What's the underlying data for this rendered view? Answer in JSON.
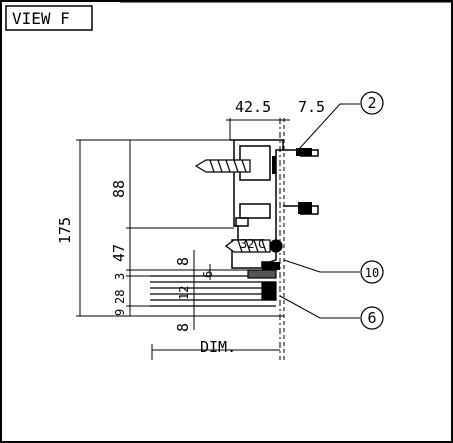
{
  "title": "VIEW F",
  "dims": {
    "top_width": "42.5",
    "top_offset": "7.5",
    "total_height": "175",
    "upper_height": "88",
    "mid_height": "47",
    "small_a": "3",
    "small_b": "9",
    "small_c": "28",
    "small_d": "8",
    "small_e": "8",
    "small_f": "6",
    "small_g": "12",
    "screw_len": "32",
    "screw_c": "C",
    "bottom_label": "DIM."
  },
  "callouts": [
    "2",
    "10",
    "6"
  ]
}
